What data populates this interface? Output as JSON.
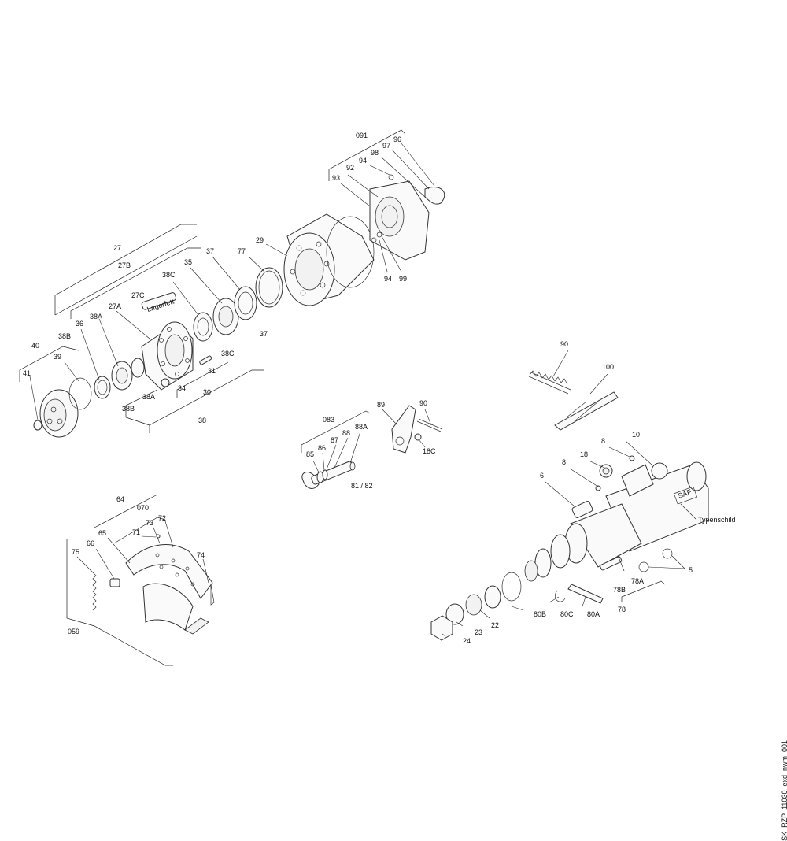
{
  "document_code": "SK_RZP_11030_exd_nwm_001",
  "labels": {
    "l27": "27",
    "l27b": "27B",
    "l27c": "27C",
    "l27a": "27A",
    "lagerfett": "Lagerfett",
    "l35": "35",
    "l37a": "37",
    "l37b": "37",
    "l38c_a": "38C",
    "l38c_b": "38C",
    "l77": "77",
    "l29": "29",
    "l091": "091",
    "l96": "96",
    "l97": "97",
    "l98": "98",
    "l94a": "94",
    "l92": "92",
    "l93": "93",
    "l94b": "94",
    "l99": "99",
    "l40": "40",
    "l39": "39",
    "l41": "41",
    "l36": "36",
    "l38a_a": "38A",
    "l38a_b": "38A",
    "l38b_a": "38B",
    "l38b_b": "38B",
    "l31": "31",
    "l34": "34",
    "l30": "30",
    "l38": "38",
    "l083": "083",
    "l85": "85",
    "l86": "86",
    "l87": "87",
    "l88": "88",
    "l88a": "88A",
    "l8182": "81 / 82",
    "l89": "89",
    "l90a": "90",
    "l18c": "18C",
    "l90b": "90",
    "l100": "100",
    "l10": "10",
    "l8a": "8",
    "l8b": "8",
    "l18": "18",
    "l6": "6",
    "typenschild": "Typenschild",
    "saf": "SAF",
    "l5": "5",
    "l78a": "78A",
    "l78b": "78B",
    "l78": "78",
    "l80a": "80A",
    "l80b": "80B",
    "l80c": "80C",
    "l22": "22",
    "l23": "23",
    "l24": "24",
    "l64": "64",
    "l070": "070",
    "l73": "73",
    "l72": "72",
    "l71": "71",
    "l65": "65",
    "l66": "66",
    "l75": "75",
    "l74": "74",
    "l059": "059"
  }
}
